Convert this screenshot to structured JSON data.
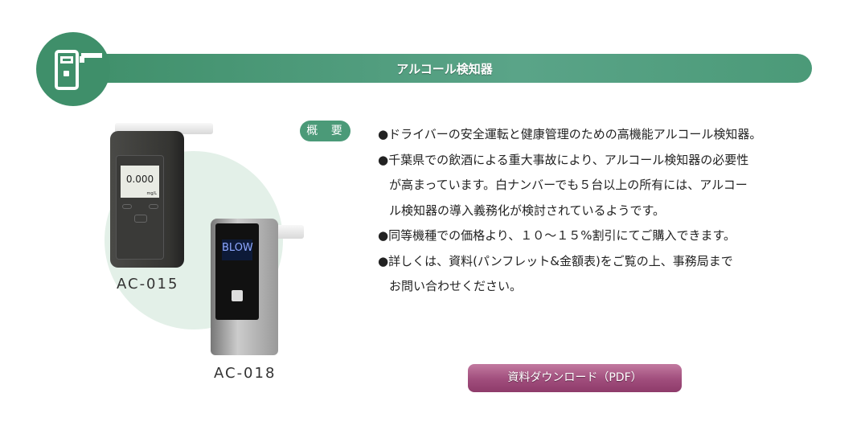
{
  "header": {
    "title": "アルコール検知器",
    "icon": "breathalyzer-icon"
  },
  "products": [
    {
      "model": "AC-015",
      "display": "0.000",
      "unit": "mg/L"
    },
    {
      "model": "AC-018",
      "display": "BLOW"
    }
  ],
  "overview": {
    "label": "概 要",
    "lines": [
      "●ドライバーの安全運転と健康管理のための高機能アルコール検知器。",
      "●千葉県での飲酒による重大事故により、アルコール検知器の必要性",
      "が高まっています。白ナンバーでも５台以上の所有には、アルコー",
      "ル検知器の導入義務化が検討されているようです。",
      "●同等機種での価格より、１０～１５%割引にてご購入できます。",
      "●詳しくは、資料(パンフレット&金額表)をご覧の上、事務局まで",
      "お問い合わせください。"
    ]
  },
  "download_button": "資料ダウンロード（PDF）",
  "colors": {
    "accent": "#4b9a78",
    "button": "#a04d7c"
  }
}
